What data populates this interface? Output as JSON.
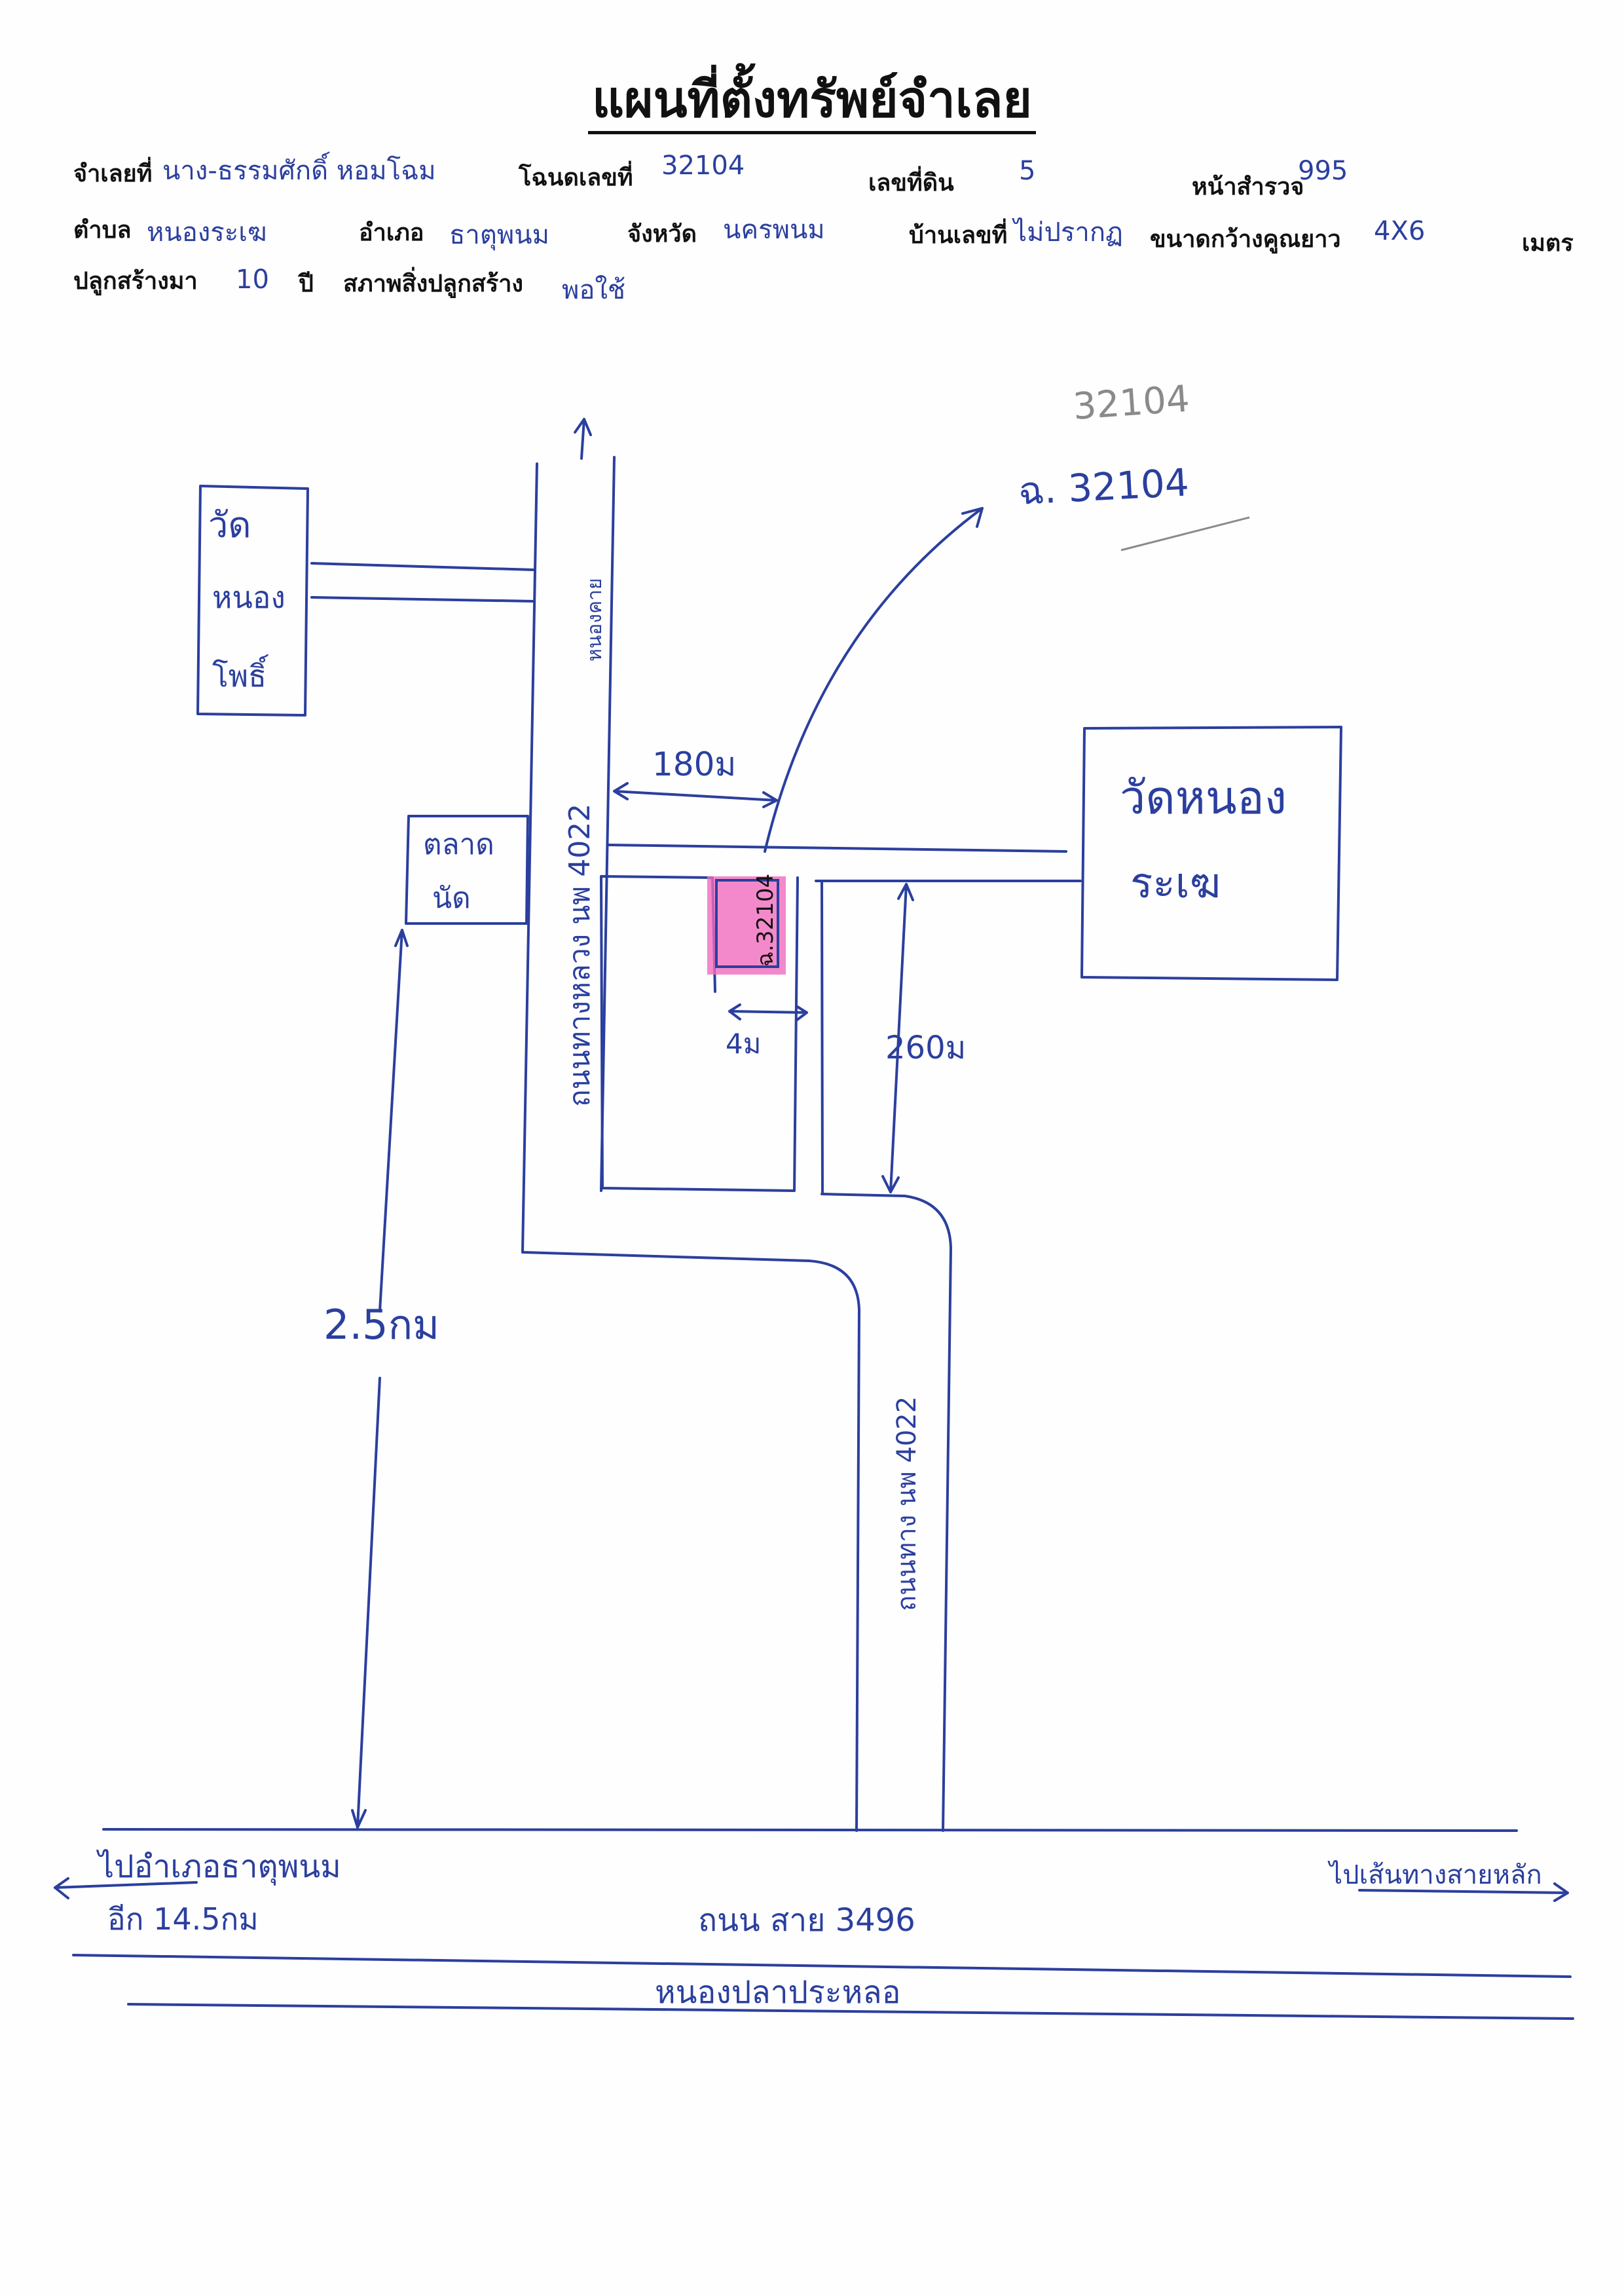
{
  "title": "แผนที่ตั้งทรัพย์จำเลย",
  "header": {
    "defendant_label": "จำเลยที่",
    "defendant_value": "นาง-ธรรมศักดิ์ หอมโฉม",
    "deed_label": "โฉนดเลขที่",
    "deed_value": "32104",
    "land_no_label": "เลขที่ดิน",
    "land_no_value": "5",
    "survey_page_label": "หน้าสำรวจ",
    "survey_page_value": "995",
    "subdistrict_label": "ตำบล",
    "subdistrict_value": "หนองระเฆ",
    "district_label": "อำเภอ",
    "district_value": "ธาตุพนม",
    "province_label": "จังหวัด",
    "province_value": "นครพนม",
    "house_no_label": "บ้านเลขที่",
    "house_no_value": "ไม่ปรากฏ",
    "size_label": "ขนาดกว้างคูณยาว",
    "size_value": "4X6",
    "size_unit": "เมตร",
    "built_label": "ปลูกสร้างมา",
    "built_value": "10",
    "built_unit": "ปี",
    "condition_label": "สภาพสิ่งปลูกสร้าง",
    "condition_value": "พอใช้"
  },
  "map": {
    "deed_pencil": "32104",
    "deed_pointer": "ฉ. 32104",
    "temple_1": [
      "วัด",
      "หนอง",
      "โพธิ์"
    ],
    "road_north_label": "หนองคาย",
    "road_left_label": "ถนนทางหลวง นพ 4022",
    "road_right_label": "ถนนทาง นพ 4022",
    "market_label": [
      "ตลาด",
      "นัด"
    ],
    "temple_2": [
      "วัดหนอง",
      "ระเฆ"
    ],
    "dist_top": "180ม",
    "dist_right": "260ม",
    "lot_width": "4ม",
    "lot_label": "ฉ.32104",
    "dist_long": "2.5กม",
    "left_direction": "ไปอำเภอธาตุพนม",
    "left_distance": "อีก 14.5กม",
    "right_direction": "ไปเส้นทางสายหลัก",
    "main_road": "ถนน สาย 3496",
    "bottom_road": "หนองปลาประหลอ"
  },
  "colors": {
    "ink": "#2b3f9e",
    "print": "#111111",
    "highlight": "#f06bbd",
    "pencil": "#8a8a8a"
  }
}
